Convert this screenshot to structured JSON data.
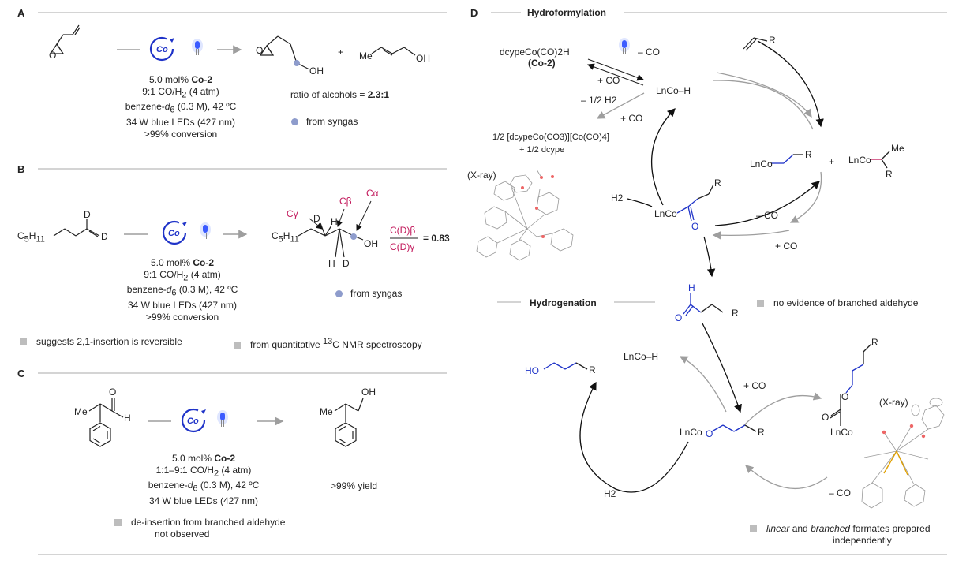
{
  "panel_a": {
    "label": "A",
    "catalyst_logo": "Co",
    "conditions": [
      "5.0 mol% ",
      "Co-2",
      "9:1 CO/H",
      "2",
      " (4 atm)",
      "benzene-",
      "d",
      "6",
      " (0.3 M), 42 ºC",
      "34 W blue LEDs (427 nm)",
      ">99% conversion"
    ],
    "plus": "+",
    "oh1": "OH",
    "me": "Me",
    "oh2": "OH",
    "ratio_label": "ratio of alcohols = ",
    "ratio_value": "2.3:1",
    "syngas_note": "from syngas"
  },
  "panel_b": {
    "label": "B",
    "d1": "D",
    "d2": "D",
    "c5h11_a": "C",
    "c5h11_sub": "5",
    "c5h11_h": "H",
    "c5h11_sub2": "11",
    "catalyst_logo": "Co",
    "conditions": [
      "5.0 mol% ",
      "Co-2",
      "9:1 CO/H",
      "2",
      " (4 atm)",
      "benzene-",
      "d",
      "6",
      " (0.3 M), 42 ºC",
      "34 W blue LEDs (427 nm)",
      ">99% conversion"
    ],
    "c_gamma": "Cγ",
    "c_beta": "Cβ",
    "c_alpha": "Cα",
    "d_top": "D",
    "h_top": "H",
    "h_bot": "H",
    "d_bot": "D",
    "oh": "OH",
    "frac_num": "C(D)β",
    "frac_den": "C(D)γ",
    "ratio": "= 0.83",
    "syngas_note": "from syngas",
    "note_1": "suggests 2,1-insertion is reversible",
    "note_2_pre": "from quantitative ",
    "note_2_sup": "13",
    "note_2_post": "C NMR spectroscopy"
  },
  "panel_c": {
    "label": "C",
    "me1": "Me",
    "o": "O",
    "h": "H",
    "catalyst_logo": "Co",
    "conditions": [
      "5.0 mol% ",
      "Co-2",
      "1:1–9:1 CO/H",
      "2",
      " (4 atm)",
      "benzene-",
      "d",
      "6",
      " (0.3 M), 42 ºC",
      "34 W blue LEDs (427 nm)"
    ],
    "me2": "Me",
    "oh": "OH",
    "yield": ">99% yield",
    "note": [
      "de-insertion from branched aldehyde",
      "not observed"
    ]
  },
  "panel_d": {
    "label": "D",
    "title_hydroformylation": "Hydroformylation",
    "title_hydrogenation": "Hydrogenation",
    "precat": "dcypeCo(CO)2H",
    "precat_name": "(Co-2)",
    "minus_co_1": "– CO",
    "plus_co_1": "+ CO",
    "minus_half_h2": "– 1/2 H2",
    "plus_co_2": "+ CO",
    "side_product_1": "1/2 [dcypeCo(CO3)][Co(CO)4]",
    "side_product_2": "+ 1/2 dcype",
    "xray_1": "(X-ray)",
    "lnco_h_1": "LnCo–H",
    "alkene_r": "R",
    "lnco_linear": "LnCo",
    "lnco_linear_r": "R",
    "plus": "+",
    "lnco_branched": "LnCo",
    "branched_me": "Me",
    "branched_r": "R",
    "h2_1": "H2",
    "acyl_lnco": "LnCo",
    "acyl_o": "O",
    "acyl_r": "R",
    "minus_co_2": "– CO",
    "plus_co_3": "+ CO",
    "aldehyde_h": "H",
    "aldehyde_o": "O",
    "aldehyde_r": "R",
    "no_branched": "no evidence of branched aldehyde",
    "lnco_h_2": "LnCo–H",
    "alcohol_ho": "HO",
    "alcohol_r": "R",
    "plus_co_4": "+ CO",
    "alkoxide_lnco": "LnCo",
    "alkoxide_o": "O",
    "alkoxide_r": "R",
    "formate_o1": "O",
    "formate_o2": "O",
    "formate_lnco": "LnCo",
    "formate_r": "R",
    "xray_2": "(X-ray)",
    "h2_2": "H2",
    "minus_co_3": "– CO",
    "formates_note_1": "linear",
    "formates_note_2": " and ",
    "formates_note_3": "branched",
    "formates_note_4": " formates prepared",
    "formates_note_5": "independently"
  },
  "colors": {
    "blue": "#2233cc",
    "magenta": "#c2185b",
    "gray": "#9e9e9e",
    "dot": "#8e9ccc"
  },
  "icons": [
    "cobalt-catalyst-icon",
    "blue-led-icon",
    "reaction-arrow-icon"
  ]
}
